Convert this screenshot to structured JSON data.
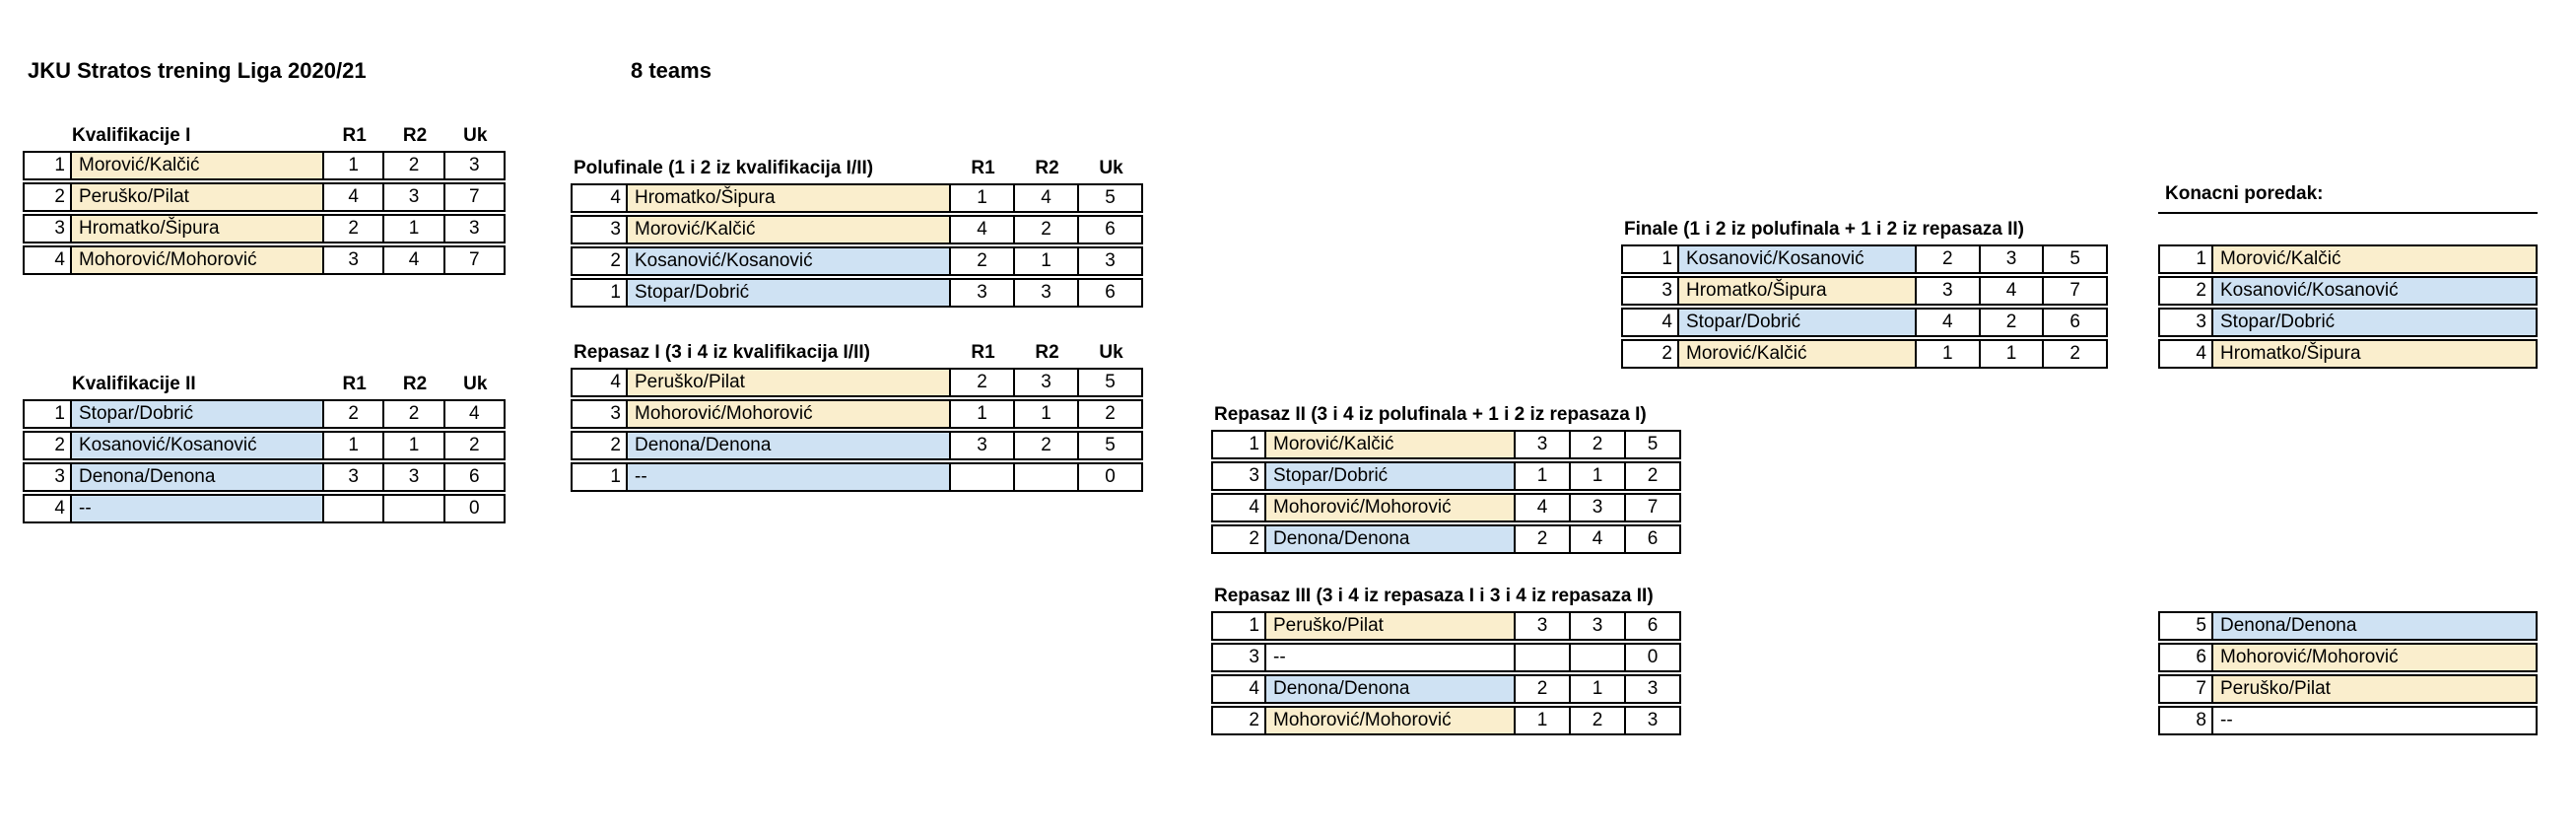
{
  "page": {
    "title": "JKU Stratos trening Liga 2020/21",
    "teams_label": "8 teams"
  },
  "colors": {
    "yellow": "#FAEECD",
    "blue": "#CFE2F3",
    "none": "#FFFFFF",
    "border": "#000000"
  },
  "final_standings_title": "Konacni poredak:",
  "tables": {
    "kval1": {
      "title": "Kvalifikacije I",
      "title_in_name_col": true,
      "col_headers": [
        "R1",
        "R2",
        "Uk"
      ],
      "rows": [
        {
          "rank": "1",
          "team": "Morović/Kalčić",
          "fill": "yellow",
          "scores": [
            "1",
            "2",
            "3"
          ]
        },
        {
          "rank": "2",
          "team": "Peruško/Pilat",
          "fill": "yellow",
          "scores": [
            "4",
            "3",
            "7"
          ]
        },
        {
          "rank": "3",
          "team": "Hromatko/Šipura",
          "fill": "yellow",
          "scores": [
            "2",
            "1",
            "3"
          ]
        },
        {
          "rank": "4",
          "team": "Mohorović/Mohorović",
          "fill": "yellow",
          "scores": [
            "3",
            "4",
            "7"
          ]
        }
      ]
    },
    "kval2": {
      "title": "Kvalifikacije II",
      "title_in_name_col": true,
      "col_headers": [
        "R1",
        "R2",
        "Uk"
      ],
      "rows": [
        {
          "rank": "1",
          "team": "Stopar/Dobrić",
          "fill": "blue",
          "scores": [
            "2",
            "2",
            "4"
          ]
        },
        {
          "rank": "2",
          "team": "Kosanović/Kosanović",
          "fill": "blue",
          "scores": [
            "1",
            "1",
            "2"
          ]
        },
        {
          "rank": "3",
          "team": "Denona/Denona",
          "fill": "blue",
          "scores": [
            "3",
            "3",
            "6"
          ]
        },
        {
          "rank": "4",
          "team": "--",
          "fill": "blue",
          "scores": [
            "",
            "",
            "0"
          ]
        }
      ]
    },
    "polufinale": {
      "title": "Polufinale (1 i 2 iz kvalifikacija I/II)",
      "col_headers": [
        "R1",
        "R2",
        "Uk"
      ],
      "rows": [
        {
          "rank": "4",
          "team": "Hromatko/Šipura",
          "fill": "yellow",
          "scores": [
            "1",
            "4",
            "5"
          ]
        },
        {
          "rank": "3",
          "team": "Morović/Kalčić",
          "fill": "yellow",
          "scores": [
            "4",
            "2",
            "6"
          ]
        },
        {
          "rank": "2",
          "team": "Kosanović/Kosanović",
          "fill": "blue",
          "scores": [
            "2",
            "1",
            "3"
          ]
        },
        {
          "rank": "1",
          "team": "Stopar/Dobrić",
          "fill": "blue",
          "scores": [
            "3",
            "3",
            "6"
          ]
        }
      ]
    },
    "repasaz1": {
      "title": "Repasaz I (3 i 4 iz kvalifikacija I/II)",
      "col_headers": [
        "R1",
        "R2",
        "Uk"
      ],
      "rows": [
        {
          "rank": "4",
          "team": "Peruško/Pilat",
          "fill": "yellow",
          "scores": [
            "2",
            "3",
            "5"
          ]
        },
        {
          "rank": "3",
          "team": "Mohorović/Mohorović",
          "fill": "yellow",
          "scores": [
            "1",
            "1",
            "2"
          ]
        },
        {
          "rank": "2",
          "team": "Denona/Denona",
          "fill": "blue",
          "scores": [
            "3",
            "2",
            "5"
          ]
        },
        {
          "rank": "1",
          "team": "--",
          "fill": "blue",
          "scores": [
            "",
            "",
            "0"
          ]
        }
      ]
    },
    "repasaz2": {
      "title": "Repasaz II (3 i 4 iz polufinala + 1 i 2 iz repasaza I)",
      "rows": [
        {
          "rank": "1",
          "team": "Morović/Kalčić",
          "fill": "yellow",
          "scores": [
            "3",
            "2",
            "5"
          ]
        },
        {
          "rank": "3",
          "team": "Stopar/Dobrić",
          "fill": "blue",
          "scores": [
            "1",
            "1",
            "2"
          ]
        },
        {
          "rank": "4",
          "team": "Mohorović/Mohorović",
          "fill": "yellow",
          "scores": [
            "4",
            "3",
            "7"
          ]
        },
        {
          "rank": "2",
          "team": "Denona/Denona",
          "fill": "blue",
          "scores": [
            "2",
            "4",
            "6"
          ]
        }
      ]
    },
    "repasaz3": {
      "title": "Repasaz III (3 i 4 iz repasaza I i 3 i 4 iz repasaza II)",
      "rows": [
        {
          "rank": "1",
          "team": "Peruško/Pilat",
          "fill": "yellow",
          "scores": [
            "3",
            "3",
            "6"
          ]
        },
        {
          "rank": "3",
          "team": "--",
          "fill": "none",
          "scores": [
            "",
            "",
            "0"
          ]
        },
        {
          "rank": "4",
          "team": "Denona/Denona",
          "fill": "blue",
          "scores": [
            "2",
            "1",
            "3"
          ]
        },
        {
          "rank": "2",
          "team": "Mohorović/Mohorović",
          "fill": "yellow",
          "scores": [
            "1",
            "2",
            "3"
          ]
        }
      ]
    },
    "finale": {
      "title": "Finale (1 i 2 iz polufinala + 1 i 2 iz repasaza II)",
      "rows": [
        {
          "rank": "1",
          "team": "Kosanović/Kosanović",
          "fill": "blue",
          "scores": [
            "2",
            "3",
            "5"
          ]
        },
        {
          "rank": "3",
          "team": "Hromatko/Šipura",
          "fill": "yellow",
          "scores": [
            "3",
            "4",
            "7"
          ]
        },
        {
          "rank": "4",
          "team": "Stopar/Dobrić",
          "fill": "blue",
          "scores": [
            "4",
            "2",
            "6"
          ]
        },
        {
          "rank": "2",
          "team": "Morović/Kalčić",
          "fill": "yellow",
          "scores": [
            "1",
            "1",
            "2"
          ]
        }
      ]
    },
    "final_top": {
      "rows": [
        {
          "rank": "1",
          "team": "Morović/Kalčić",
          "fill": "yellow"
        },
        {
          "rank": "2",
          "team": "Kosanović/Kosanović",
          "fill": "blue"
        },
        {
          "rank": "3",
          "team": "Stopar/Dobrić",
          "fill": "blue"
        },
        {
          "rank": "4",
          "team": "Hromatko/Šipura",
          "fill": "yellow"
        }
      ]
    },
    "final_bottom": {
      "rows": [
        {
          "rank": "5",
          "team": "Denona/Denona",
          "fill": "blue"
        },
        {
          "rank": "6",
          "team": "Mohorović/Mohorović",
          "fill": "yellow"
        },
        {
          "rank": "7",
          "team": "Peruško/Pilat",
          "fill": "yellow"
        },
        {
          "rank": "8",
          "team": "--",
          "fill": "none"
        }
      ]
    }
  }
}
